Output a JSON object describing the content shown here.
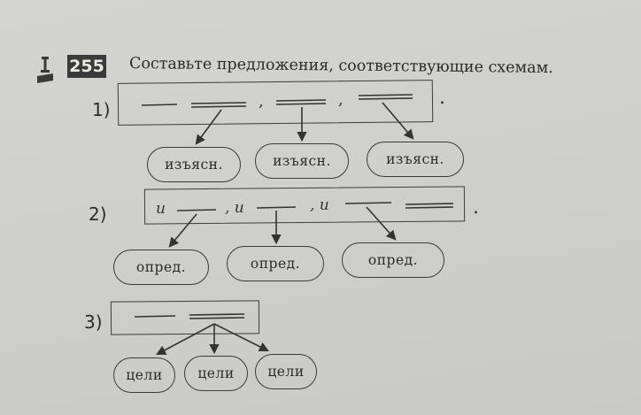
{
  "exercise": {
    "number": "255",
    "title": "Составьте предложения, соответствующие схемам."
  },
  "schemes": [
    {
      "label": "1)",
      "separators": [
        ",",
        ","
      ],
      "end": ".",
      "clauses": [
        "изъясн.",
        "изъясн.",
        "изъясн."
      ]
    },
    {
      "label": "2)",
      "conjunctions": [
        "и",
        ", и",
        ", и"
      ],
      "end": ".",
      "clauses": [
        "опред.",
        "опред.",
        "опред."
      ]
    },
    {
      "label": "3)",
      "clauses": [
        "цели",
        "цели",
        "цели"
      ]
    }
  ]
}
